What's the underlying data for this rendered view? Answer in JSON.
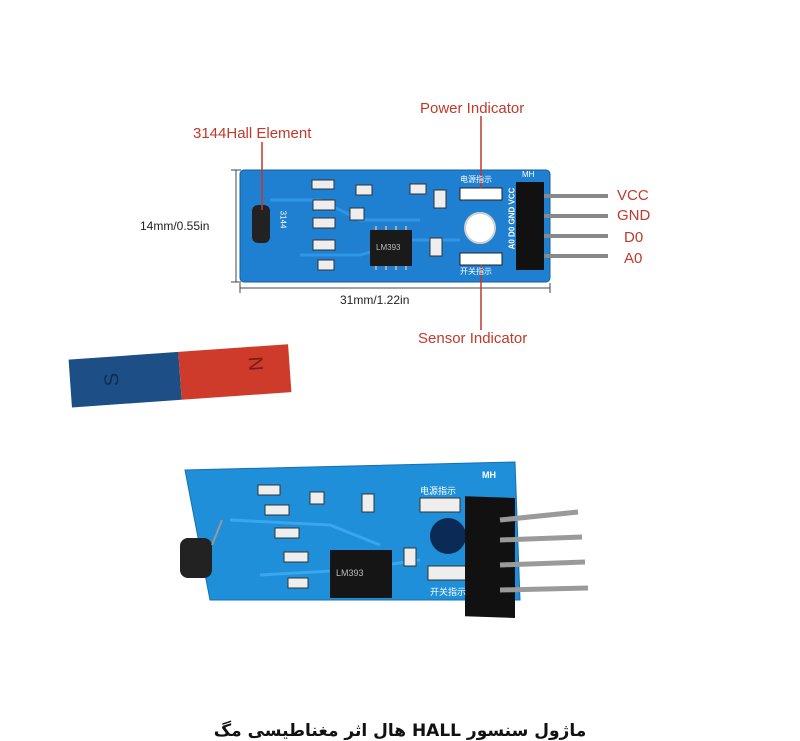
{
  "annotations": {
    "hall_element": "3144Hall Element",
    "power_indicator": "Power Indicator",
    "sensor_indicator": "Sensor Indicator",
    "width": "31mm/1.22in",
    "height": "14mm/0.55in"
  },
  "pins": [
    "VCC",
    "GND",
    "D0",
    "A0"
  ],
  "board_text": {
    "header": "MH",
    "pin_silk": "A0 D0 GND VCC",
    "power_silk": "电源指示",
    "switch_silk": "开关指示",
    "sensor_mark": "3144",
    "chip": "LM393"
  },
  "magnet": {
    "south": "S",
    "north": "N"
  },
  "caption": "ماژول سنسور HALL هال اثر مغناطیسی مگ"
}
